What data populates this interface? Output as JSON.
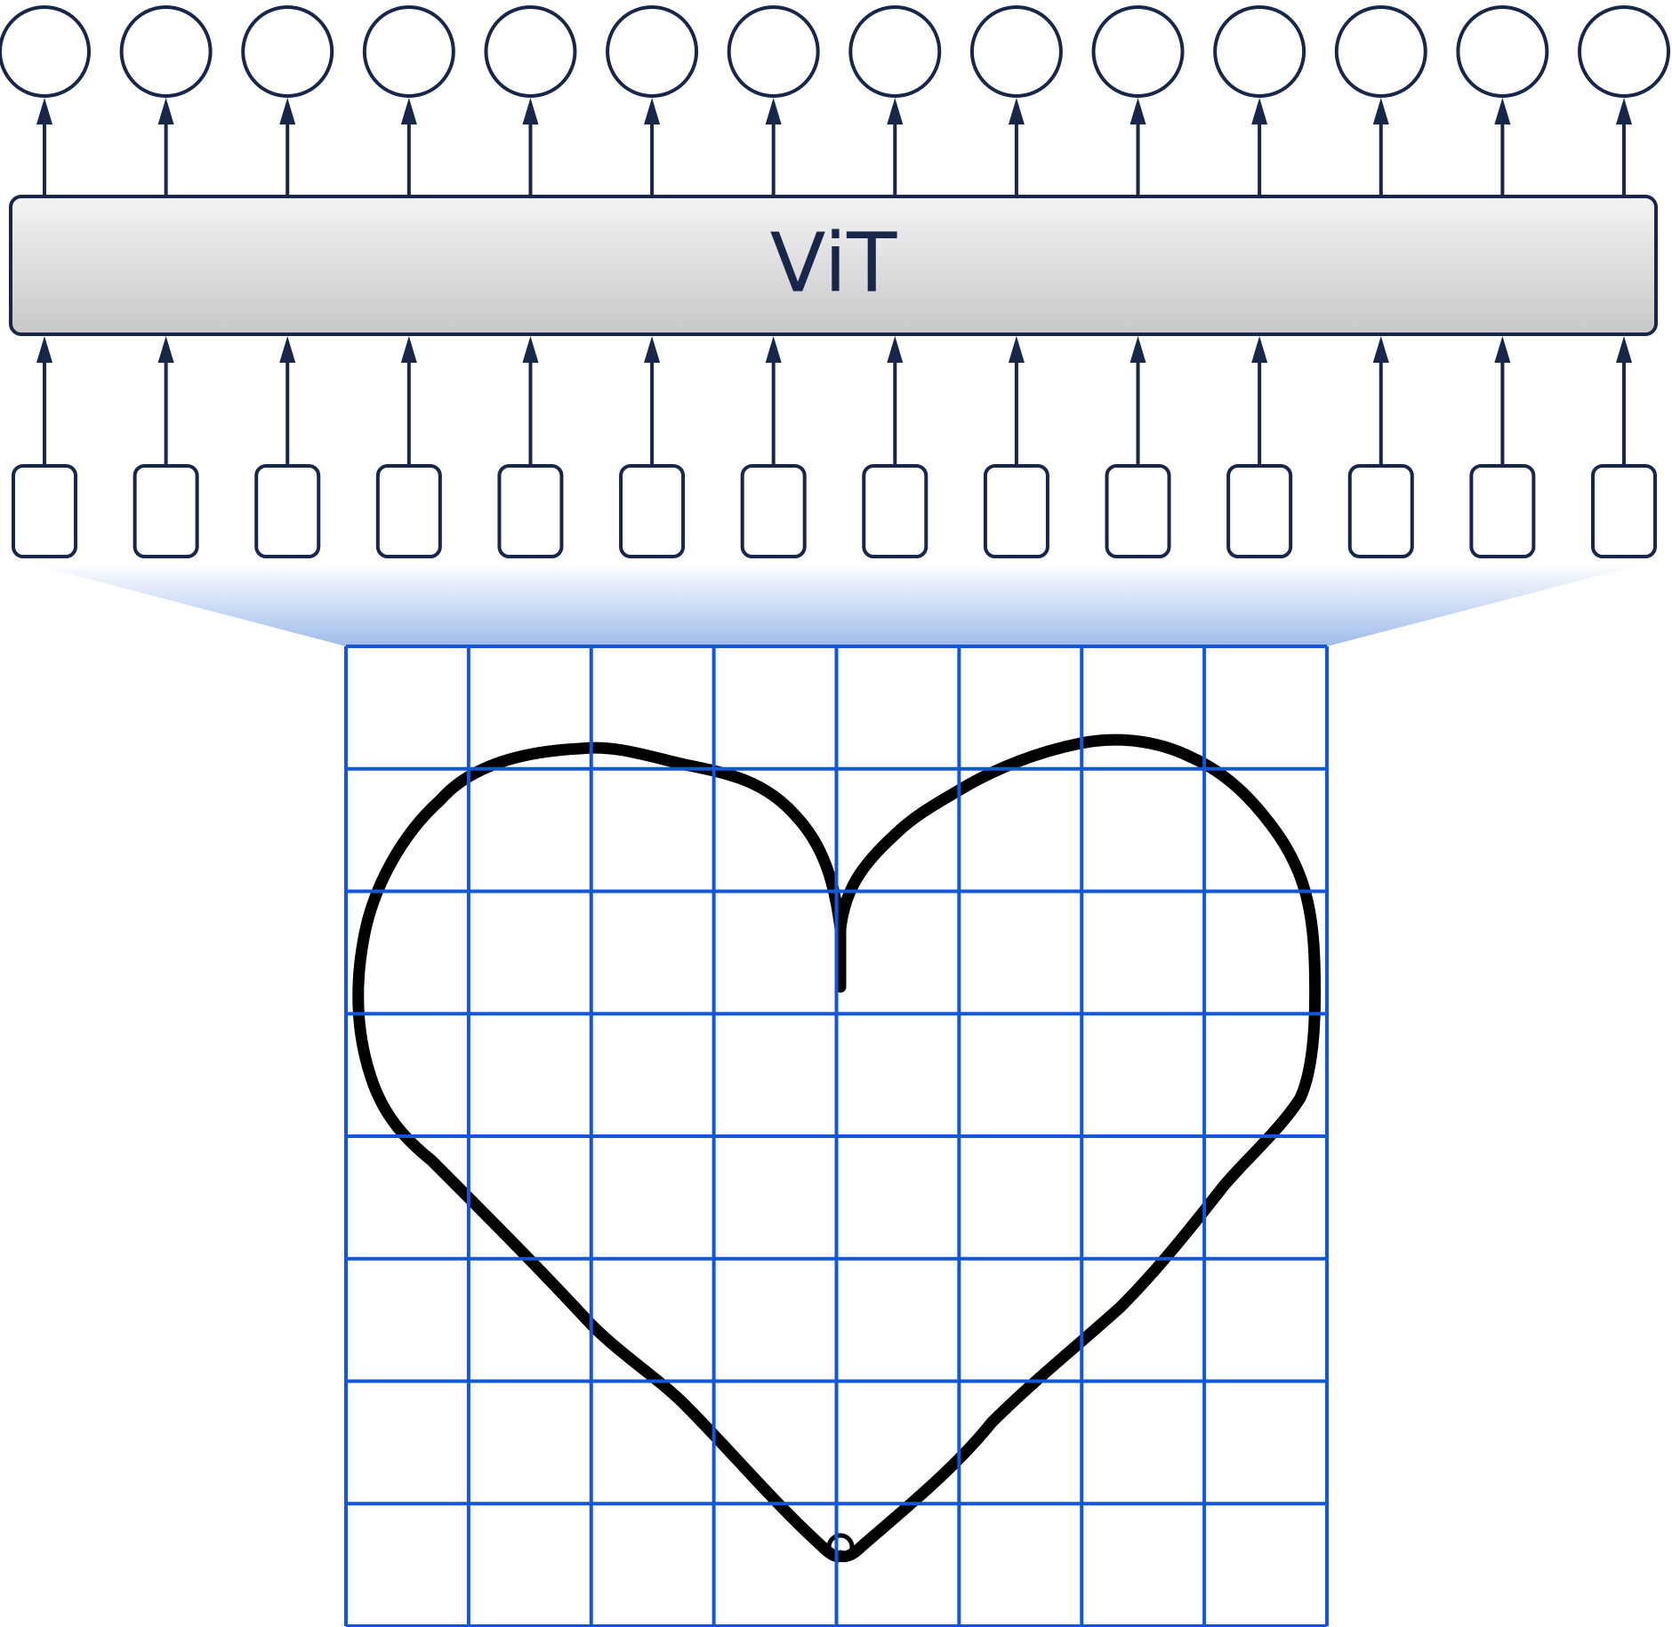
{
  "diagram": {
    "model_label": "ViT",
    "token_count": 14,
    "grid": {
      "rows": 8,
      "cols": 8
    },
    "colors": {
      "stroke": "#18264a",
      "grid": "#1457d4",
      "projection": "#9fbcec",
      "heart": "#000000",
      "box_top": "#f4f4f5",
      "box_bottom": "#c8c8cb"
    }
  }
}
